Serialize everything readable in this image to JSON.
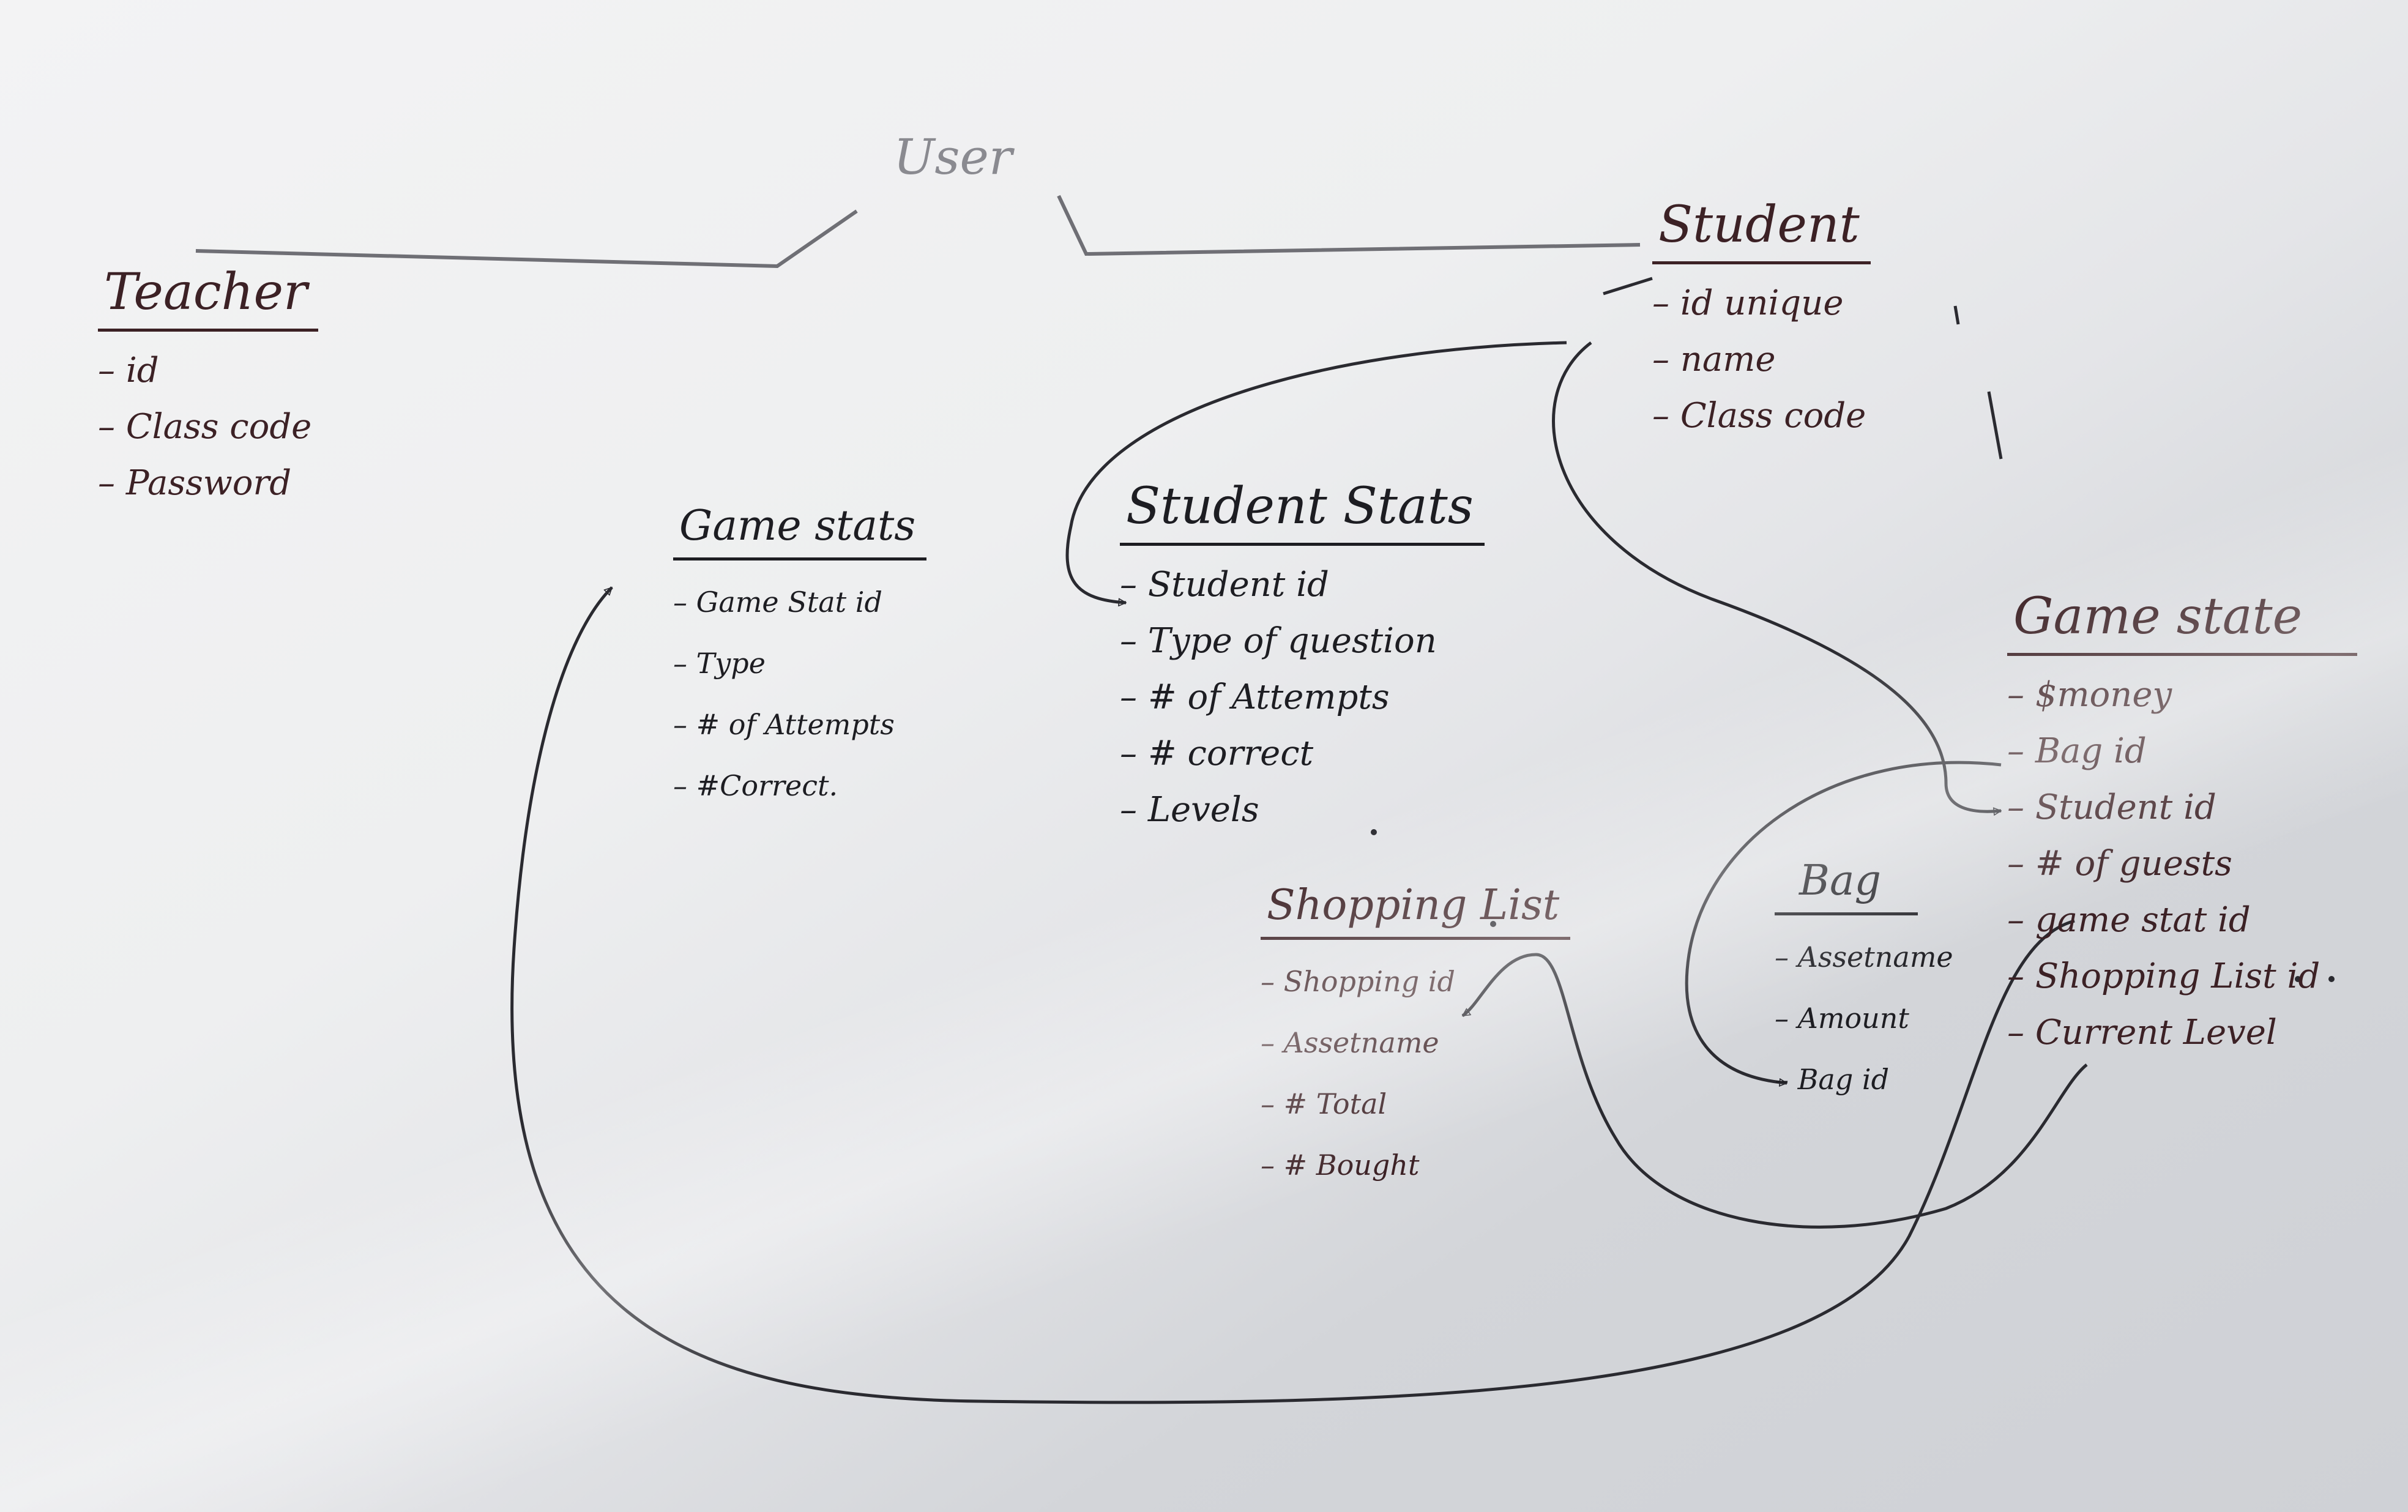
{
  "diagram": {
    "superclass": "User",
    "entities": {
      "teacher": {
        "title": "Teacher",
        "fields": [
          "id",
          "Class code",
          "Password"
        ]
      },
      "student": {
        "title": "Student",
        "fields": [
          "id unique",
          "name",
          "Class code"
        ]
      },
      "game_stats": {
        "title": "Game stats",
        "fields": [
          "Game Stat id",
          "Type",
          "# of Attempts",
          "#Correct."
        ]
      },
      "student_stats": {
        "title": "Student Stats",
        "fields": [
          "Student id",
          "Type of question",
          "# of Attempts",
          "#  correct",
          "Levels"
        ]
      },
      "game_state": {
        "title": "Game state",
        "fields": [
          "$money",
          "Bag id",
          "Student id",
          "# of guests",
          "game stat id",
          "Shopping List id",
          "Current Level"
        ]
      },
      "bag": {
        "title": "Bag",
        "fields": [
          "Assetname",
          "Amount",
          "Bag id"
        ]
      },
      "shopping_list": {
        "title": "Shopping List",
        "fields": [
          "Shopping id",
          "Assetname",
          "# Total",
          "# Bought"
        ]
      }
    }
  },
  "colors": {
    "marker_black": "#1d1d22",
    "marker_maroon": "#3c2125",
    "connector": "#2a2a30",
    "faint": "#8a8a90"
  }
}
